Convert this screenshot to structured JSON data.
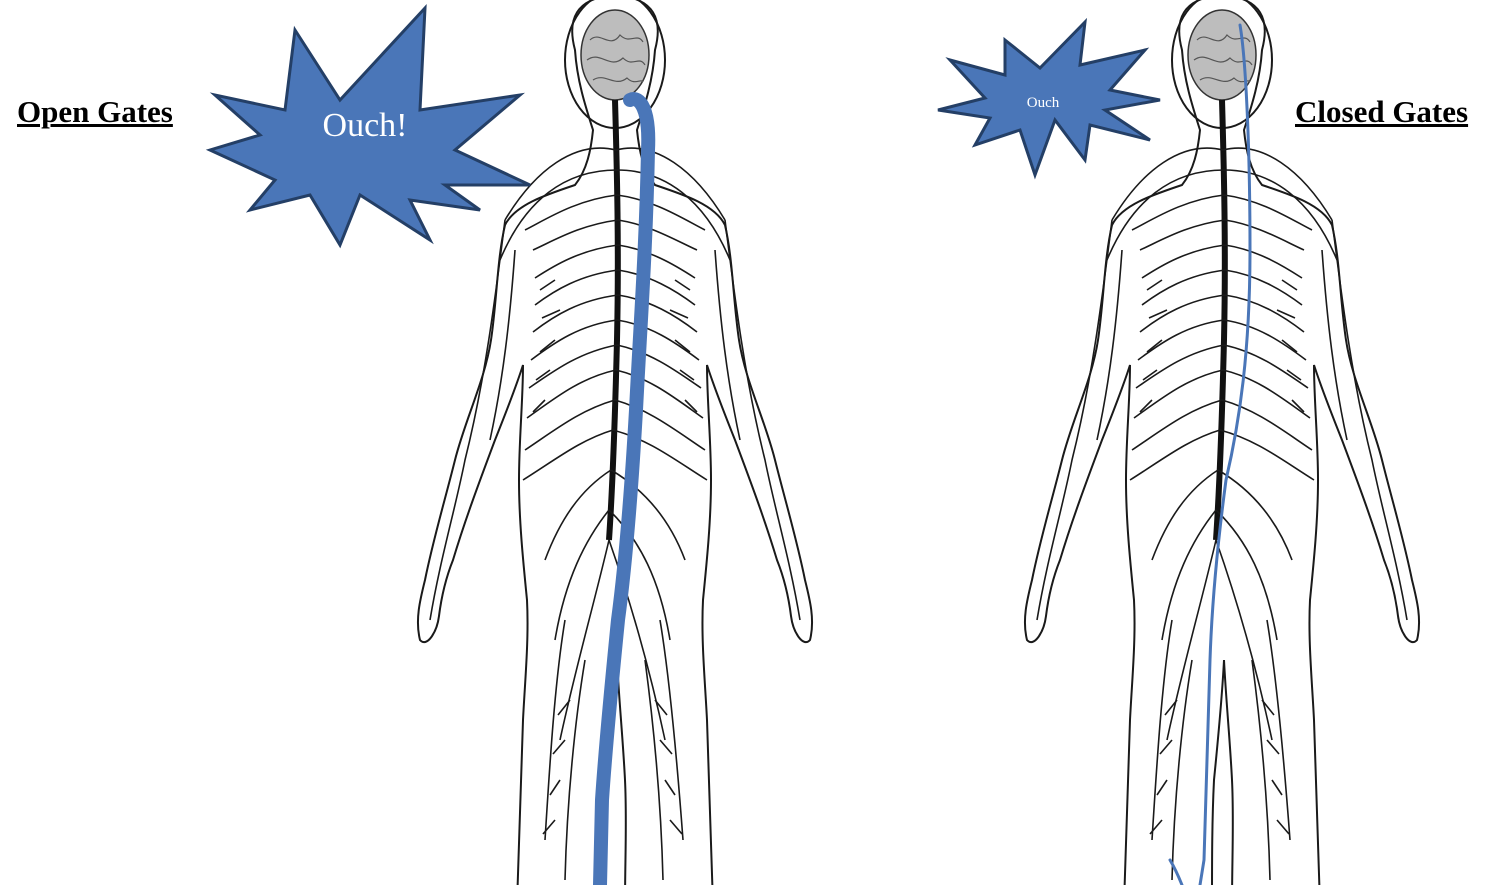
{
  "left_panel": {
    "label": "Open Gates",
    "burst_text": "Ouch!"
  },
  "right_panel": {
    "label": "Closed Gates",
    "burst_text": "Ouch"
  },
  "colors": {
    "burst_fill": "#4a76b8",
    "burst_stroke": "#243f66",
    "pain_path": "#4a76b8",
    "figure_line": "#1a1a1a"
  },
  "icons": [
    "explosion-burst-icon",
    "human-nervous-system-figure"
  ]
}
